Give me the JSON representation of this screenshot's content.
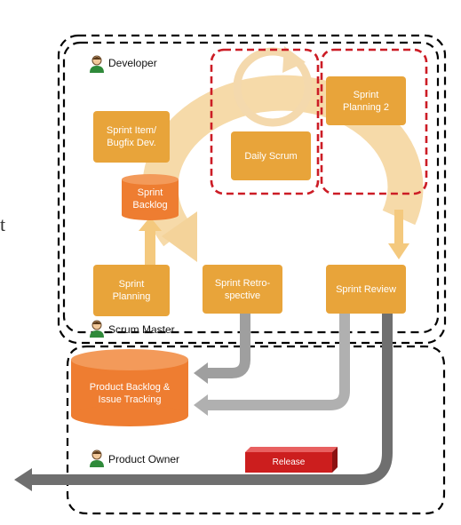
{
  "roles": {
    "developer": "Developer",
    "scrum_master": "Scrum Master",
    "product_owner": "Product Owner"
  },
  "stray_glyph": "t",
  "nodes": {
    "sprint_item": "Sprint Item/\nBugfix Dev.",
    "sprint_backlog": "Sprint\nBacklog",
    "sprint_planning": "Sprint\nPlanning",
    "sprint_retrospective": "Sprint Retro-\nspective",
    "daily_scrum": "Daily Scrum",
    "sprint_planning_2": "Sprint\nPlanning 2",
    "sprint_review": "Sprint Review",
    "product_backlog": "Product Backlog &\nIssue Tracking",
    "release": "Release"
  },
  "colors": {
    "cycle_arrow": "#f4d39a",
    "orange_box": "#e8a43a",
    "backlog_fill": "#ee7d31",
    "release_fill": "#cc1e1e",
    "red_dashes": "#cc1c25",
    "gray_arrow_dark": "#777777",
    "gray_arrow_light": "#b0b0b0"
  }
}
